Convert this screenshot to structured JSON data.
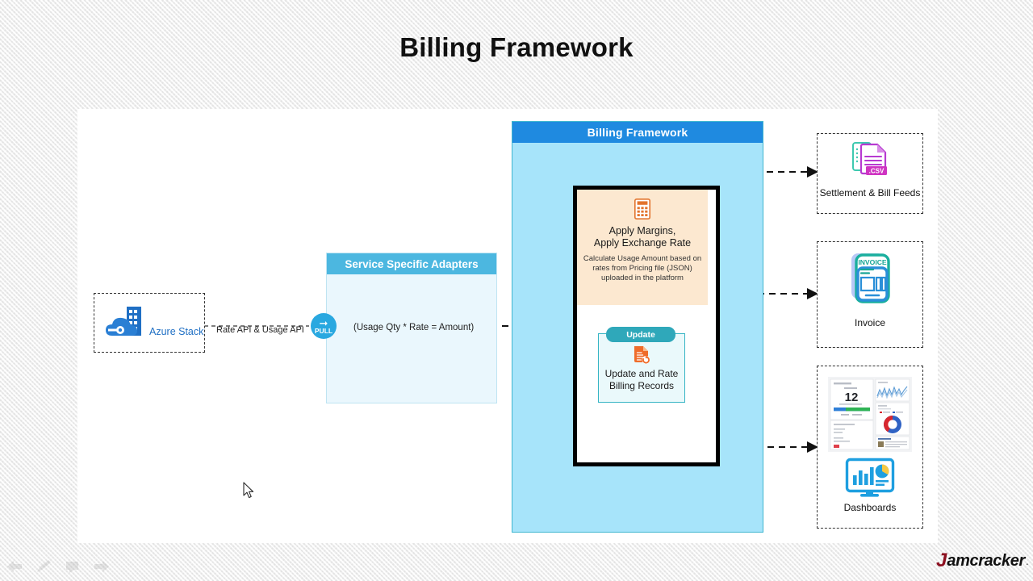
{
  "slide": {
    "title": "Billing Framework"
  },
  "azure": {
    "label": "Azure Stack",
    "icon": "azure-stack-icon"
  },
  "connector": {
    "rate_api_label": "Rate API & Usage API",
    "pull_label": "PULL",
    "pull_arrow_icon": "arrow-right-icon",
    "usage_formula": "(Usage Qty * Rate = Amount)"
  },
  "adapters": {
    "header": "Service Specific Adapters"
  },
  "framework": {
    "header": "Billing Framework",
    "apply_card": {
      "icon": "calculator-icon",
      "title_line1": "Apply Margins,",
      "title_line2": "Apply Exchange Rate",
      "sub_line1": "Calculate Usage Amount based on",
      "sub_line2": "rates from Pricing file (JSON)",
      "sub_line3": "uploaded in the platform"
    },
    "update_card": {
      "pill_label": "Update",
      "icon": "document-refresh-icon",
      "title_line1": "Update and Rate",
      "title_line2": "Billing Records"
    }
  },
  "outputs": [
    {
      "label": "Settlement & Bill Feeds",
      "icon": "csv-file-icon",
      "badge": ".CSV"
    },
    {
      "label": "Invoice",
      "icon": "invoice-document-icon",
      "badge": "INVOICE"
    },
    {
      "label": "Dashboards",
      "icon": "dashboard-monitor-icon",
      "thumb_number": "12"
    }
  ],
  "branding": {
    "logo_initial": "J",
    "logo_text": "amcracker",
    "logo_suffix": "."
  },
  "toolbar": {
    "items": [
      {
        "icon": "arrow-left-icon"
      },
      {
        "icon": "pen-icon"
      },
      {
        "icon": "notes-icon"
      },
      {
        "icon": "arrow-right-icon"
      }
    ]
  },
  "colors": {
    "title": "#111111",
    "framework_header": "#1f8ae0",
    "framework_body": "#a7e4fa",
    "adapters_header": "#4cb7e0",
    "adapters_body": "#eaf7fd",
    "apply_card": "#fce8d0",
    "update_pill": "#2fa8ba",
    "pull_badge": "#29a8e0",
    "azure_blue": "#1f6fc4",
    "logo_red": "#8c1020"
  }
}
